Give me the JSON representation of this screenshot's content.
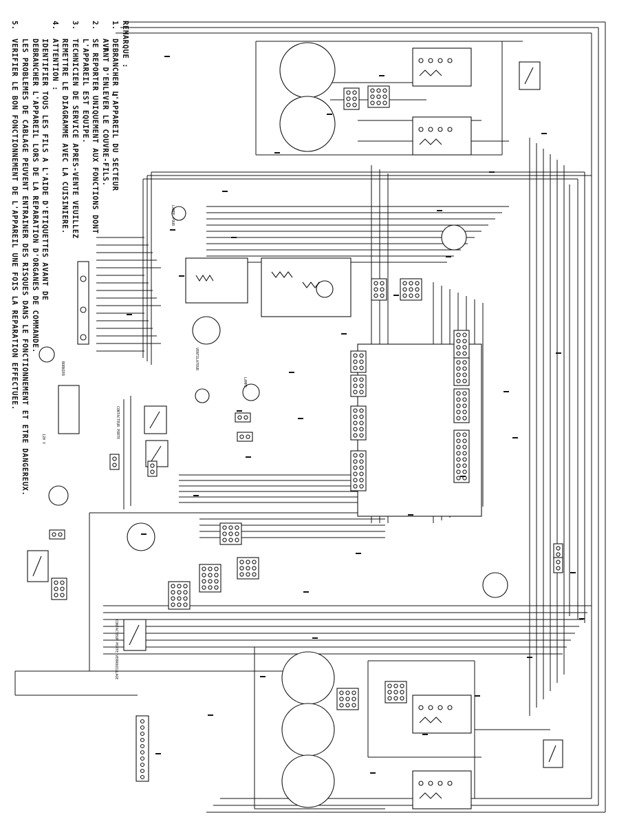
{
  "notes": {
    "heading": "REMARQUE :",
    "items": [
      {
        "num": "1.",
        "lines": [
          "DEBRANCHER L'APPAREIL DU SECTEUR",
          "AVANT D'ENLEVER LE COUVRE-FILS."
        ]
      },
      {
        "num": "2.",
        "lines": [
          "SE REPORTER UNIQUEMENT AUX FONCTIONS DONT",
          "L'APPAREIL EST EQUIPE."
        ]
      },
      {
        "num": "3.",
        "lines": [
          "TECHNICIEN DE SERVICE APRES-VENTE VEUILLEZ",
          "REMETTRE LE DIAGRAMME AVEC LA CUISINIERE."
        ]
      },
      {
        "num": "4.",
        "lines": [
          "ATTENTION :",
          "IDENTIFIER TOUS LES FILS A L'AIDE D'ETIQUETTES AVANT DE",
          "DEBRANCHER L'APPAREIL LORS DE LA REPARATION D'ORGANES DE COMMANDE.",
          "LES PROBLEMES DE CABLAGE PEUVENT ENTRAINER DES RISQUES DANS LE FONCTIONNEMENT ET ETRE DANGEREUX."
        ]
      },
      {
        "num": "5.",
        "lines": [
          "VERIFIER LE BON FONCTIONNEMENT DE L'APPAREIL UNE FOIS LA REPARATION EFFECTUEE."
        ]
      }
    ]
  },
  "labels": {
    "lamp_switch": "LAMPE FOUR",
    "terminal_block": "BORNIER",
    "fan": "VENTILATEUR",
    "door_switch": "CONTACTEUR PORTE",
    "door_lock_switch": "CONTACTEUR PORTE VERROUILLAGE",
    "lamp": "LAMPE",
    "range_120v": "120 V"
  }
}
